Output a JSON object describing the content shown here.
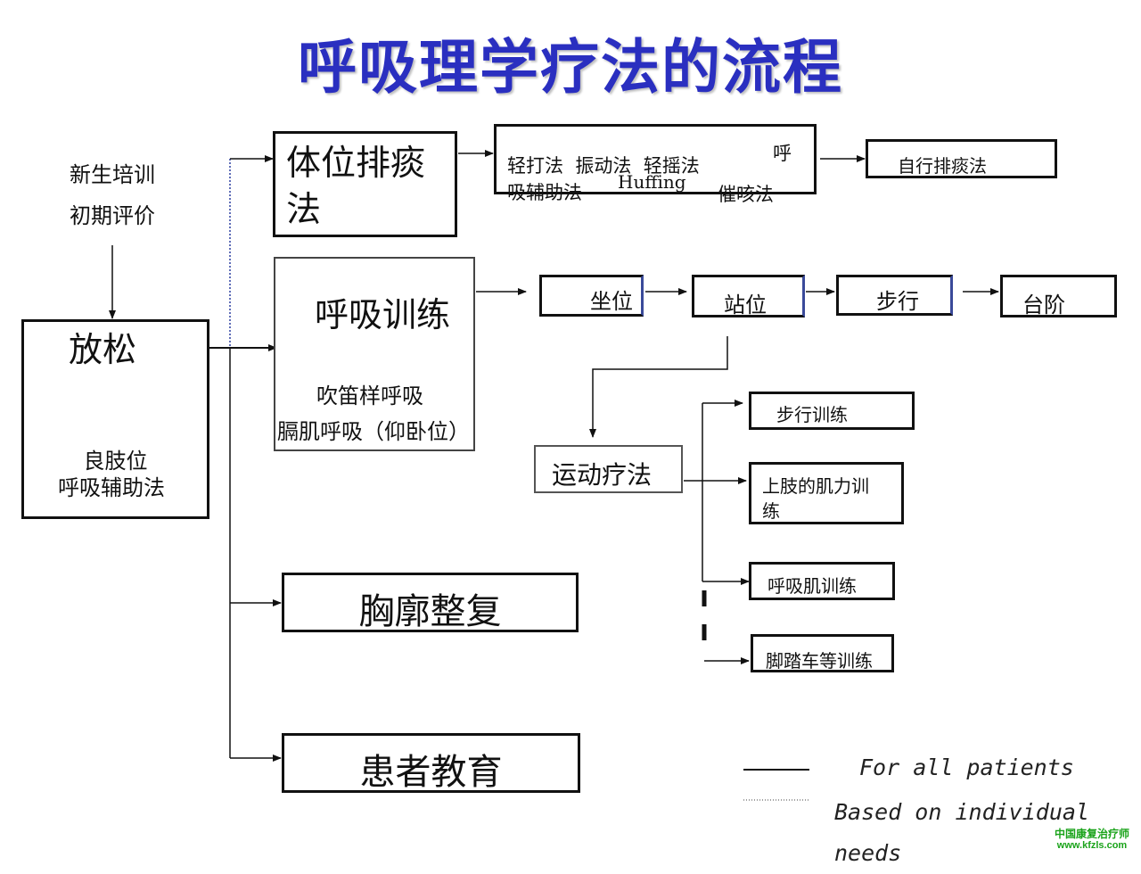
{
  "title": "呼吸理学疗法的流程",
  "left_column": {
    "new_training": "新生培训",
    "initial_eval": "初期评价",
    "relax": "放松",
    "limb_position": "良肢位",
    "breath_assist": "呼吸辅助法"
  },
  "drainage": {
    "label": "体位排痰法",
    "techniques_line1": "轻打法  振动法  轻摇法",
    "techniques_hu": "呼",
    "techniques_line2a": "吸辅助法",
    "techniques_huffing": "Huffing",
    "techniques_line2b": "催咳法",
    "self_drainage": "自行排痰法"
  },
  "breathing": {
    "label": "呼吸训练",
    "pursed_lip": "吹笛样呼吸",
    "diaphragm": "膈肌呼吸（仰卧位）",
    "progression": [
      "坐位",
      "站位",
      "步行",
      "台阶"
    ]
  },
  "exercise": {
    "label": "运动疗法",
    "items": [
      "步行训练",
      "上肢的肌力训\n练",
      "呼吸肌训练",
      "脚踏车等训练"
    ]
  },
  "chest": {
    "label": "胸廓整复"
  },
  "education": {
    "label": "患者教育"
  },
  "legend": {
    "solid": "For all patients",
    "dotted": "Based on individual needs"
  },
  "watermark": {
    "line1": "中国康复治疗师",
    "line2": "www.kfzls.com"
  },
  "colors": {
    "title": "#2a2fc0",
    "watermark": "#1aa31a"
  }
}
